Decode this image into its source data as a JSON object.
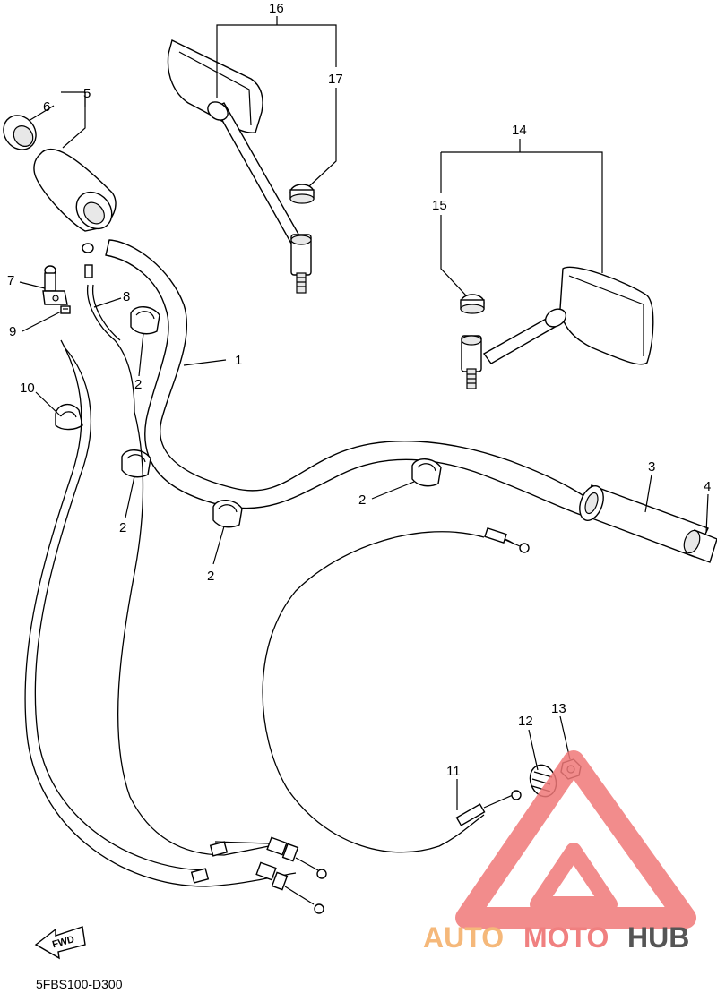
{
  "diagram_code": "5FBS100-D300",
  "fwd_label": "FWD",
  "watermark": {
    "part1": "AUTO",
    "part2": "MOTO",
    "part3": "HUB",
    "color_light": "#f5b87a",
    "color_red": "#f08080",
    "color_dark": "#555555"
  },
  "callouts": {
    "c1": "1",
    "c2a": "2",
    "c2b": "2",
    "c2c": "2",
    "c2d": "2",
    "c3": "3",
    "c4": "4",
    "c5": "5",
    "c6": "6",
    "c7": "7",
    "c8": "8",
    "c9": "9",
    "c10": "10",
    "c11": "11",
    "c12": "12",
    "c13": "13",
    "c14": "14",
    "c15": "15",
    "c16": "16",
    "c17": "17"
  }
}
